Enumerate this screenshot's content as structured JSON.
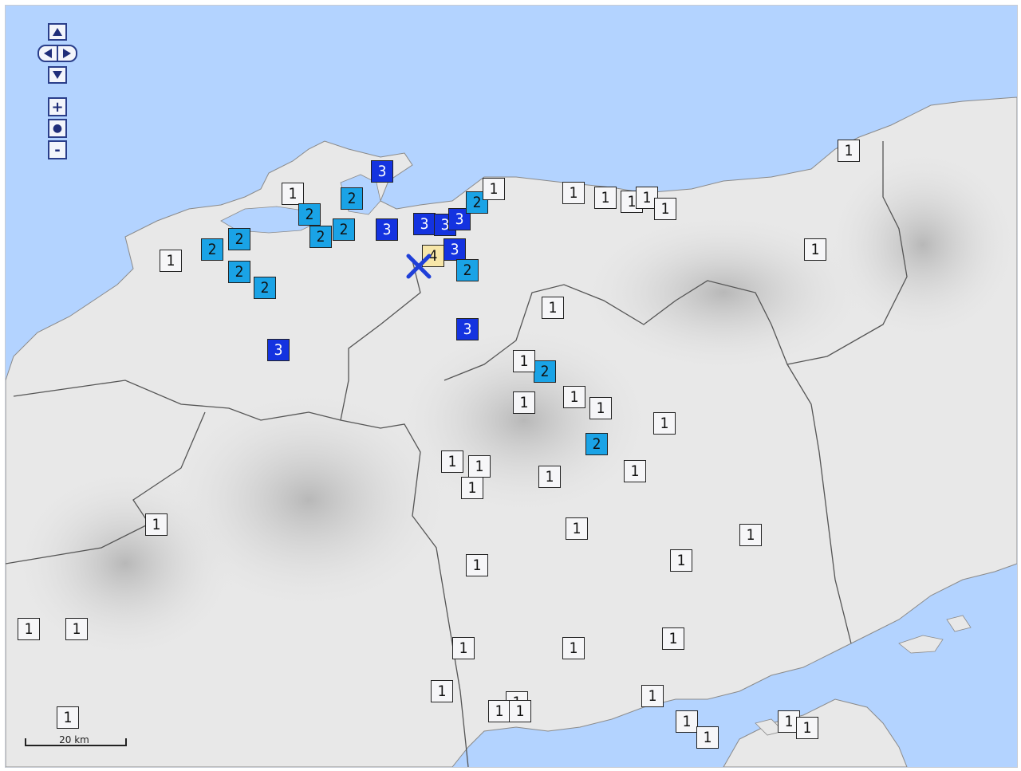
{
  "map": {
    "sea_color": "#b3d3ff",
    "land_color": "#e8e8e8",
    "border_color": "#5a5a5a",
    "epicenter": {
      "icon": "x-cross-icon",
      "color": "#1f3fd8"
    },
    "scale_bar": {
      "label": "20 km"
    },
    "intensity_colors": {
      "1": "#f6f6f8",
      "2": "#1aa3e6",
      "3": "#1433e0",
      "4": "#f7e6a8"
    },
    "stations": [
      {
        "v": "3"
      },
      {
        "v": "2"
      },
      {
        "v": "1"
      },
      {
        "v": "2"
      },
      {
        "v": "2"
      },
      {
        "v": "2"
      },
      {
        "v": "3"
      },
      {
        "v": "3"
      },
      {
        "v": "3"
      },
      {
        "v": "3"
      },
      {
        "v": "2"
      },
      {
        "v": "1"
      },
      {
        "v": "3"
      },
      {
        "v": "4"
      },
      {
        "v": "2"
      },
      {
        "v": "1"
      },
      {
        "v": "2"
      },
      {
        "v": "2"
      },
      {
        "v": "2"
      },
      {
        "v": "2"
      },
      {
        "v": "3"
      },
      {
        "v": "3"
      },
      {
        "v": "1"
      },
      {
        "v": "1"
      },
      {
        "v": "1"
      },
      {
        "v": "1"
      },
      {
        "v": "1"
      },
      {
        "v": "1"
      },
      {
        "v": "1"
      },
      {
        "v": "1"
      },
      {
        "v": "2"
      },
      {
        "v": "1"
      },
      {
        "v": "1"
      },
      {
        "v": "1"
      },
      {
        "v": "1"
      },
      {
        "v": "2"
      },
      {
        "v": "1"
      },
      {
        "v": "1"
      },
      {
        "v": "1"
      },
      {
        "v": "1"
      },
      {
        "v": "1"
      },
      {
        "v": "1"
      },
      {
        "v": "1"
      },
      {
        "v": "1"
      },
      {
        "v": "1"
      },
      {
        "v": "1"
      },
      {
        "v": "1"
      },
      {
        "v": "1"
      },
      {
        "v": "1"
      },
      {
        "v": "1"
      },
      {
        "v": "1"
      },
      {
        "v": "1"
      },
      {
        "v": "1"
      },
      {
        "v": "1"
      },
      {
        "v": "1"
      },
      {
        "v": "1"
      },
      {
        "v": "1"
      },
      {
        "v": "1"
      },
      {
        "v": "1"
      },
      {
        "v": "1"
      },
      {
        "v": "1"
      },
      {
        "v": "1"
      }
    ]
  },
  "controls": {
    "pan_up_icon": "triangle-up-icon",
    "pan_left_icon": "triangle-left-icon",
    "pan_right_icon": "triangle-right-icon",
    "pan_down_icon": "triangle-down-icon",
    "zoom_in": "+",
    "reset": "●",
    "zoom_out": "-"
  }
}
